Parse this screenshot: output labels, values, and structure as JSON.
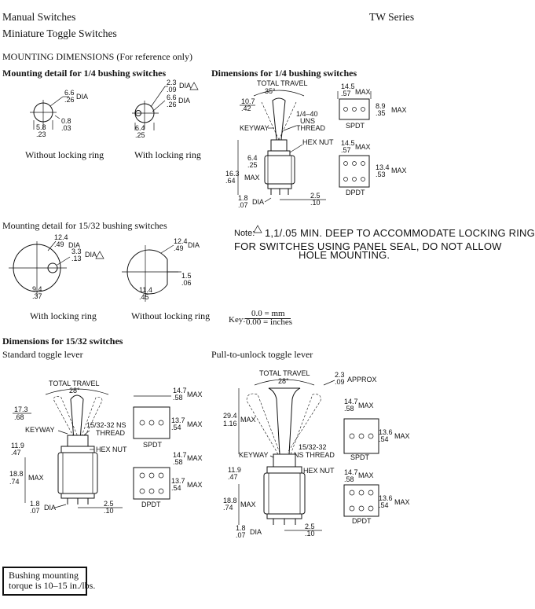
{
  "header": {
    "line1": "Manual Switches",
    "line2": "Miniature Toggle Switches",
    "series": "TW Series"
  },
  "section_title": "MOUNTING DIMENSIONS (For reference only)",
  "mount14": {
    "title": "Mounting detail for 1/4 bushing switches",
    "left": {
      "d1": "6.6",
      "d2": ".26",
      "dia": "DIA",
      "w1": "5.8",
      "w2": ".23",
      "o1": "0.8",
      "o2": ".03",
      "caption": "Without locking ring"
    },
    "right": {
      "a1": "2.3",
      "a2": ".09",
      "adia": "DIA",
      "d1": "6.6",
      "d2": ".26",
      "dia": "DIA",
      "w1": "6.4",
      "w2": ".25",
      "caption": "With locking ring"
    }
  },
  "dims14": {
    "title": "Dimensions for 1/4 bushing switches",
    "travel": "TOTAL TRAVEL",
    "angle": "35°",
    "k1": "10.7",
    "k2": ".42",
    "keyway": "KEYWAY",
    "thread1": "1/4–40",
    "thread2": "UNS",
    "thread3": "THREAD",
    "hexnut": "HEX NUT",
    "h1": "6.4",
    "h2": ".25",
    "m1": "16.3",
    "m2": ".64",
    "max": "MAX",
    "p1": "1.8",
    "p2": ".07",
    "pdia": "DIA",
    "s1": "2.5",
    "s2": ".10",
    "spdt": {
      "w1": "14.5",
      "w2": ".57",
      "max": "MAX",
      "h1": "8.9",
      "h2": ".35",
      "hmax": "MAX",
      "label": "SPDT"
    },
    "dpdt": {
      "w1": "14.5",
      "w2": ".57",
      "max": "MAX",
      "h1": "13.4",
      "h2": ".53",
      "hmax": "MAX",
      "label": "DPDT"
    }
  },
  "mount1532": {
    "title": "Mounting detail for 15/32 bushing switches",
    "left": {
      "d1": "12.4",
      "d2": ".49",
      "dia": "DIA",
      "a1": "3.3",
      "a2": ".13",
      "adia": "DIA",
      "w1": "9.4",
      "w2": ".37",
      "caption": "With locking ring"
    },
    "right": {
      "d1": "12.4",
      "d2": ".49",
      "dia": "DIA",
      "f1": "1.5",
      "f2": ".06",
      "w1": "11.4",
      "w2": ".45",
      "caption": "Without locking ring"
    }
  },
  "note": {
    "label": "Note:",
    "line1": "1,1/.05 MIN. DEEP TO ACCOMMODATE LOCKING RING",
    "line2": "FOR SWITCHES USING PANEL SEAL, DO NOT ALLOW",
    "line3": "HOLE MOUNTING."
  },
  "key": {
    "label": "Key:",
    "top": "0.0 = mm",
    "bottom": "0.00 = inches"
  },
  "dims1532": {
    "title": "Dimensions for 15/32 switches",
    "standard": {
      "subtitle": "Standard toggle lever",
      "travel": "TOTAL TRAVEL",
      "angle": "28°",
      "t1": "17.3",
      "t2": ".68",
      "keyway": "KEYWAY",
      "thread1": "15/32-32 NS",
      "thread2": "THREAD",
      "n1": "11.9",
      "n2": ".47",
      "hexnut": "HEX NUT",
      "m1": "18.8",
      "m2": ".74",
      "max": "MAX",
      "p1": "1.8",
      "p2": ".07",
      "pdia": "DIA",
      "s1": "2.5",
      "s2": ".10",
      "spdt": {
        "w1": "14.7",
        "w2": ".58",
        "max": "MAX",
        "h1": "13.7",
        "h2": ".54",
        "hmax": "MAX",
        "label": "SPDT"
      },
      "dpdt": {
        "w1": "14.7",
        "w2": ".58",
        "max": "MAX",
        "h1": "13.7",
        "h2": ".54",
        "hmax": "MAX",
        "label": "DPDT"
      }
    },
    "pull": {
      "subtitle": "Pull-to-unlock toggle lever",
      "travel": "TOTAL TRAVEL",
      "angle": "28°",
      "a1": "2.3",
      "a2": ".09",
      "approx": "APPROX",
      "t1": "29.4",
      "t2": "1.16",
      "tmax": "MAX",
      "keyway": "KEYWAY",
      "thread1": "15/32-32",
      "thread2": "NS THREAD",
      "n1": "11.9",
      "n2": ".47",
      "hexnut": "HEX NUT",
      "m1": "18.8",
      "m2": ".74",
      "max": "MAX",
      "p1": "1.8",
      "p2": ".07",
      "pdia": "DIA",
      "s1": "2.5",
      "s2": ".10",
      "spdt": {
        "w1": "14.7",
        "w2": ".58",
        "max": "MAX",
        "h1": "13.6",
        "h2": ".54",
        "hmax": "MAX",
        "label": "SPDT"
      },
      "dpdt": {
        "w1": "14.7",
        "w2": ".58",
        "max": "MAX",
        "h1": "13.6",
        "h2": ".54",
        "hmax": "MAX",
        "label": "DPDT"
      }
    }
  },
  "torque": {
    "line1": "Bushing mounting",
    "line2": "torque is 10–15 in./lbs."
  }
}
